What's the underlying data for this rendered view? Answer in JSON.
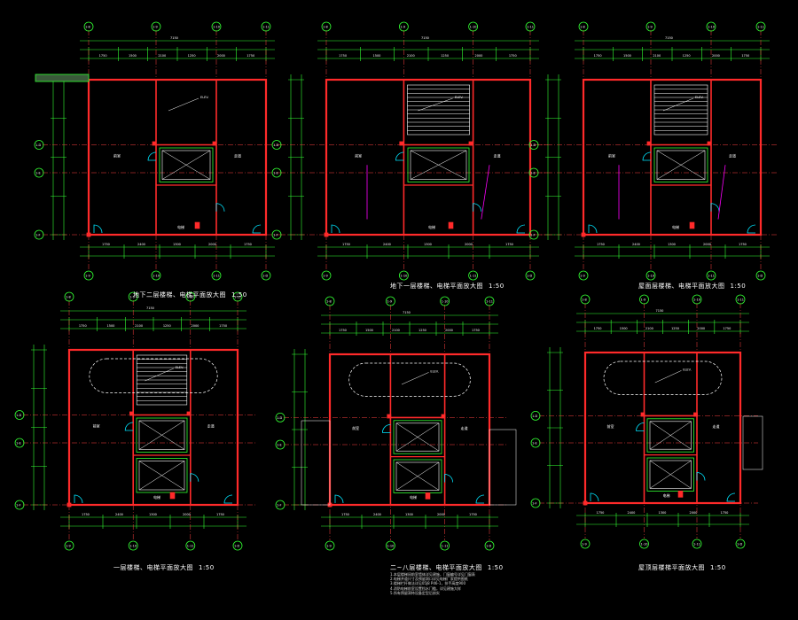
{
  "drawing": {
    "background": "#000000",
    "colors": {
      "wall": "#ff2a2a",
      "dim": "#33ff33",
      "axis": "#ff4040",
      "text": "#ffffff",
      "stair": "#ffffff",
      "door": "#00e5ff",
      "accent": "#ff00ff",
      "column": "#ff2a2a"
    },
    "panels": [
      {
        "id": "p1",
        "title": "",
        "scale": ""
      },
      {
        "id": "p2",
        "title": "地下一层楼梯、电梯平面放大图",
        "scale": "1:50"
      },
      {
        "id": "p3",
        "title": "屋面层楼梯、电梯平面放大图",
        "scale": "1:50"
      },
      {
        "id": "p4",
        "title": "一层楼梯、电梯平面放大图",
        "scale": "1:50"
      },
      {
        "id": "p5",
        "title": "二~八层楼梯、电梯平面放大图",
        "scale": "1:50"
      },
      {
        "id": "p6",
        "title": "屋顶层楼梯平面放大图",
        "scale": "1:50"
      }
    ],
    "top_left_caption": "地下二层楼梯、电梯平面放大图",
    "top_left_scale": "1:50",
    "notes_lines": [
      "1.本层楼梯间前室墙体详见建施，门窗编号详见门窗表",
      "2.电梯井道尺寸及预留洞口详见电梯厂家提供图纸",
      "3.楼梯栏杆做法详见05J8 P46-1，扶手高度900",
      "4.消防电梯前室设置挡水门槛，详见建施大样",
      "5.所有预留洞待设备定型后核实"
    ],
    "dim_labels": {
      "top_spans": [
        "1750",
        "1500",
        "2100",
        "1250",
        "2000",
        "1750"
      ],
      "bottom_spans": [
        "1750",
        "2400",
        "1300",
        "2000",
        "1750"
      ],
      "axis_tags": [
        "1-8",
        "1-9",
        "1-10",
        "1-11",
        "1-D",
        "1-E",
        "1-F"
      ]
    }
  }
}
